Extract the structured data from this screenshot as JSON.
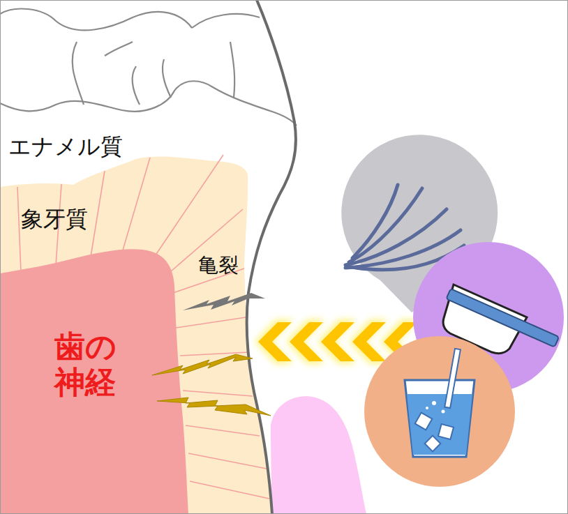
{
  "diagram": {
    "labels": [
      "エナメル質",
      "象牙質",
      "亀裂",
      "歯の 神経"
    ]
  }
}
